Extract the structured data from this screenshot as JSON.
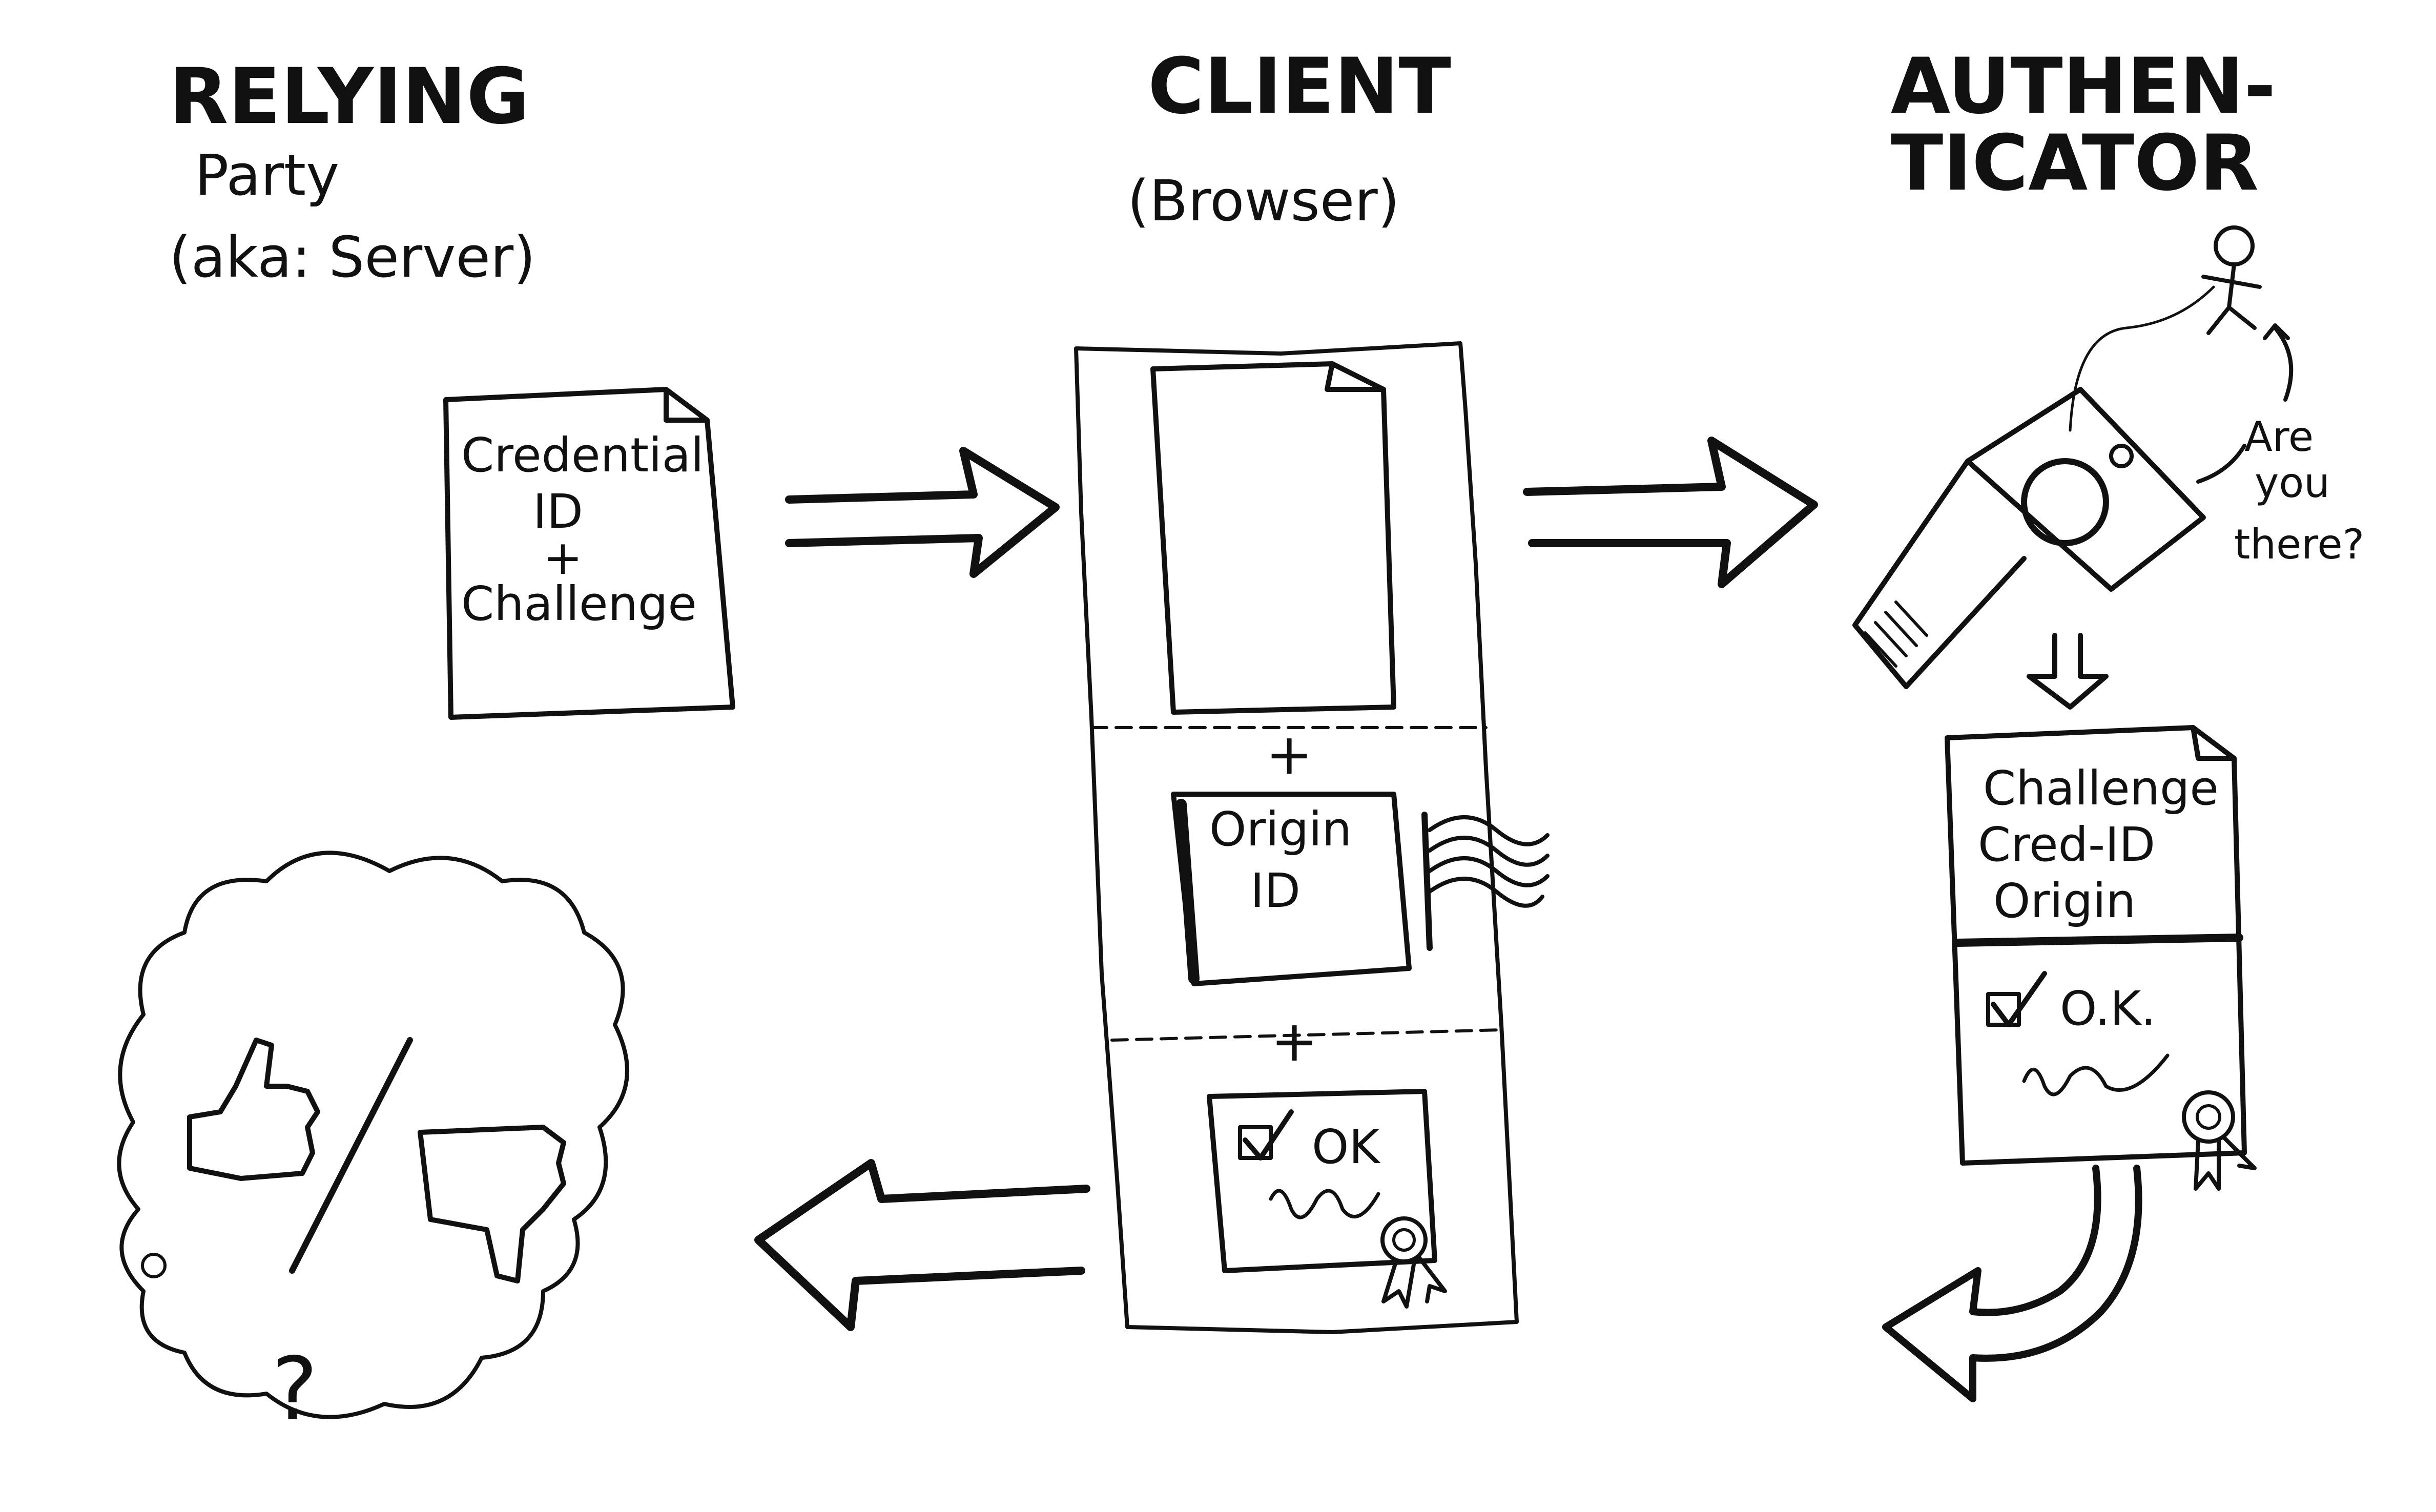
{
  "columns": {
    "relying_party": {
      "line1": "RELYING",
      "line2": "Party",
      "line3": "(aka: Server)"
    },
    "client": {
      "line1": "CLIENT",
      "line2": "(Browser)"
    },
    "authenticator": {
      "line1": "AUTHEN-",
      "line2": "TICATOR"
    }
  },
  "rp_document": {
    "line1": "Credential",
    "line2": "ID",
    "line3": "+",
    "line4": "Challenge"
  },
  "client_panel": {
    "plus_1": "+",
    "origin_line1": "Origin",
    "origin_line2": "ID",
    "plus_2": "+",
    "ok_text": "OK"
  },
  "authenticator_side": {
    "question_line1": "Are",
    "question_line2": "you",
    "question_line3": "there?",
    "doc_line1": "Challenge",
    "doc_line2": "Cred-ID",
    "doc_line3": "Origin",
    "ok_text": "O.K."
  },
  "result_cloud": {
    "mark": "?"
  },
  "icons": [
    "document-icon",
    "flag-icon",
    "checkbox-icon",
    "signature-icon",
    "seal-ribbon-icon",
    "security-key-icon",
    "person-icon",
    "thumbs-up-icon",
    "thumbs-down-icon",
    "thought-cloud-icon",
    "arrow-icon"
  ]
}
